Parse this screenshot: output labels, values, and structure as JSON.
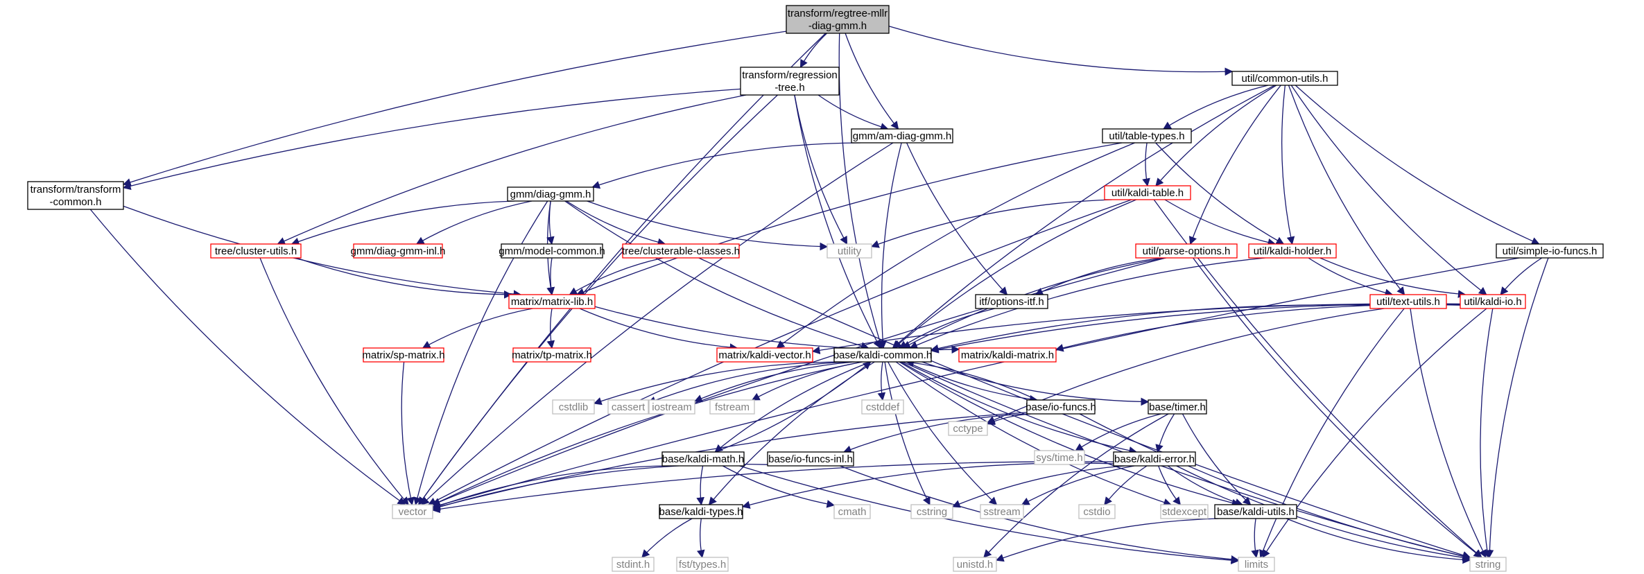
{
  "graph": {
    "root": "transform/regtree-mllr-diag-gmm.h",
    "colors": {
      "edge": "#191970",
      "root_fill": "#bfbfbf",
      "documented_border": "#000000",
      "truncated_border": "#ff0000",
      "external_border": "#bfbfbf",
      "external_text": "#808080"
    },
    "nodes": [
      {
        "id": "root",
        "lines": [
          "transform/regtree-mllr",
          "-diag-gmm.h"
        ],
        "kind": "root"
      },
      {
        "id": "regression_tree",
        "lines": [
          "transform/regression",
          "-tree.h"
        ],
        "kind": "black"
      },
      {
        "id": "common_utils",
        "lines": [
          "util/common-utils.h"
        ],
        "kind": "black"
      },
      {
        "id": "transform_common",
        "lines": [
          "transform/transform",
          "-common.h"
        ],
        "kind": "black"
      },
      {
        "id": "am_diag_gmm",
        "lines": [
          "gmm/am-diag-gmm.h"
        ],
        "kind": "black"
      },
      {
        "id": "table_types",
        "lines": [
          "util/table-types.h"
        ],
        "kind": "black"
      },
      {
        "id": "diag_gmm",
        "lines": [
          "gmm/diag-gmm.h"
        ],
        "kind": "black"
      },
      {
        "id": "kaldi_table",
        "lines": [
          "util/kaldi-table.h"
        ],
        "kind": "red"
      },
      {
        "id": "utility",
        "lines": [
          "utility"
        ],
        "kind": "grey"
      },
      {
        "id": "cluster_utils",
        "lines": [
          "tree/cluster-utils.h"
        ],
        "kind": "red"
      },
      {
        "id": "diag_gmm_inl",
        "lines": [
          "gmm/diag-gmm-inl.h"
        ],
        "kind": "red"
      },
      {
        "id": "model_common",
        "lines": [
          "gmm/model-common.h"
        ],
        "kind": "black"
      },
      {
        "id": "clusterable_classes",
        "lines": [
          "tree/clusterable-classes.h"
        ],
        "kind": "red"
      },
      {
        "id": "parse_options",
        "lines": [
          "util/parse-options.h"
        ],
        "kind": "red"
      },
      {
        "id": "kaldi_holder",
        "lines": [
          "util/kaldi-holder.h"
        ],
        "kind": "red"
      },
      {
        "id": "simple_io_funcs",
        "lines": [
          "util/simple-io-funcs.h"
        ],
        "kind": "black"
      },
      {
        "id": "matrix_lib",
        "lines": [
          "matrix/matrix-lib.h"
        ],
        "kind": "red"
      },
      {
        "id": "options_itf",
        "lines": [
          "itf/options-itf.h"
        ],
        "kind": "black"
      },
      {
        "id": "text_utils",
        "lines": [
          "util/text-utils.h"
        ],
        "kind": "red"
      },
      {
        "id": "kaldi_io",
        "lines": [
          "util/kaldi-io.h"
        ],
        "kind": "red"
      },
      {
        "id": "sp_matrix",
        "lines": [
          "matrix/sp-matrix.h"
        ],
        "kind": "red"
      },
      {
        "id": "tp_matrix",
        "lines": [
          "matrix/tp-matrix.h"
        ],
        "kind": "red"
      },
      {
        "id": "kaldi_vector",
        "lines": [
          "matrix/kaldi-vector.h"
        ],
        "kind": "red"
      },
      {
        "id": "kaldi_common",
        "lines": [
          "base/kaldi-common.h"
        ],
        "kind": "black"
      },
      {
        "id": "kaldi_matrix",
        "lines": [
          "matrix/kaldi-matrix.h"
        ],
        "kind": "red"
      },
      {
        "id": "cstdlib",
        "lines": [
          "cstdlib"
        ],
        "kind": "grey"
      },
      {
        "id": "cassert",
        "lines": [
          "cassert"
        ],
        "kind": "grey"
      },
      {
        "id": "iostream",
        "lines": [
          "iostream"
        ],
        "kind": "grey"
      },
      {
        "id": "fstream",
        "lines": [
          "fstream"
        ],
        "kind": "grey"
      },
      {
        "id": "cstddef",
        "lines": [
          "cstddef"
        ],
        "kind": "grey"
      },
      {
        "id": "io_funcs",
        "lines": [
          "base/io-funcs.h"
        ],
        "kind": "black"
      },
      {
        "id": "timer",
        "lines": [
          "base/timer.h"
        ],
        "kind": "black"
      },
      {
        "id": "cctype",
        "lines": [
          "cctype"
        ],
        "kind": "grey"
      },
      {
        "id": "sys_time",
        "lines": [
          "sys/time.h"
        ],
        "kind": "grey"
      },
      {
        "id": "kaldi_math",
        "lines": [
          "base/kaldi-math.h"
        ],
        "kind": "black"
      },
      {
        "id": "io_funcs_inl",
        "lines": [
          "base/io-funcs-inl.h"
        ],
        "kind": "black"
      },
      {
        "id": "kaldi_error",
        "lines": [
          "base/kaldi-error.h"
        ],
        "kind": "black"
      },
      {
        "id": "vector",
        "lines": [
          "vector"
        ],
        "kind": "grey"
      },
      {
        "id": "kaldi_types",
        "lines": [
          "base/kaldi-types.h"
        ],
        "kind": "black"
      },
      {
        "id": "cmath",
        "lines": [
          "cmath"
        ],
        "kind": "grey"
      },
      {
        "id": "cstring",
        "lines": [
          "cstring"
        ],
        "kind": "grey"
      },
      {
        "id": "sstream",
        "lines": [
          "sstream"
        ],
        "kind": "grey"
      },
      {
        "id": "cstdio",
        "lines": [
          "cstdio"
        ],
        "kind": "grey"
      },
      {
        "id": "stdexcept",
        "lines": [
          "stdexcept"
        ],
        "kind": "grey"
      },
      {
        "id": "kaldi_utils",
        "lines": [
          "base/kaldi-utils.h"
        ],
        "kind": "black"
      },
      {
        "id": "stdint",
        "lines": [
          "stdint.h"
        ],
        "kind": "grey"
      },
      {
        "id": "fst_types",
        "lines": [
          "fst/types.h"
        ],
        "kind": "grey"
      },
      {
        "id": "unistd",
        "lines": [
          "unistd.h"
        ],
        "kind": "grey"
      },
      {
        "id": "limits",
        "lines": [
          "limits"
        ],
        "kind": "grey"
      },
      {
        "id": "string",
        "lines": [
          "string"
        ],
        "kind": "grey"
      }
    ],
    "edges": [
      [
        "root",
        "regression_tree"
      ],
      [
        "root",
        "am_diag_gmm"
      ],
      [
        "root",
        "common_utils"
      ],
      [
        "root",
        "transform_common"
      ],
      [
        "root",
        "kaldi_common"
      ],
      [
        "root",
        "vector"
      ],
      [
        "regression_tree",
        "transform_common"
      ],
      [
        "regression_tree",
        "am_diag_gmm"
      ],
      [
        "regression_tree",
        "cluster_utils"
      ],
      [
        "regression_tree",
        "utility"
      ],
      [
        "regression_tree",
        "kaldi_common"
      ],
      [
        "regression_tree",
        "vector"
      ],
      [
        "transform_common",
        "matrix_lib"
      ],
      [
        "transform_common",
        "vector"
      ],
      [
        "am_diag_gmm",
        "diag_gmm"
      ],
      [
        "am_diag_gmm",
        "options_itf"
      ],
      [
        "am_diag_gmm",
        "kaldi_common"
      ],
      [
        "am_diag_gmm",
        "vector"
      ],
      [
        "common_utils",
        "table_types"
      ],
      [
        "common_utils",
        "kaldi_table"
      ],
      [
        "common_utils",
        "parse_options"
      ],
      [
        "common_utils",
        "kaldi_holder"
      ],
      [
        "common_utils",
        "text_utils"
      ],
      [
        "common_utils",
        "kaldi_io"
      ],
      [
        "common_utils",
        "simple_io_funcs"
      ],
      [
        "common_utils",
        "kaldi_common"
      ],
      [
        "table_types",
        "kaldi_table"
      ],
      [
        "table_types",
        "kaldi_holder"
      ],
      [
        "table_types",
        "matrix_lib"
      ],
      [
        "table_types",
        "kaldi_vector"
      ],
      [
        "diag_gmm",
        "cluster_utils"
      ],
      [
        "diag_gmm",
        "diag_gmm_inl"
      ],
      [
        "diag_gmm",
        "model_common"
      ],
      [
        "diag_gmm",
        "clusterable_classes"
      ],
      [
        "diag_gmm",
        "matrix_lib"
      ],
      [
        "diag_gmm",
        "utility"
      ],
      [
        "diag_gmm",
        "kaldi_common"
      ],
      [
        "diag_gmm",
        "vector"
      ],
      [
        "kaldi_table",
        "kaldi_holder"
      ],
      [
        "kaldi_table",
        "utility"
      ],
      [
        "kaldi_table",
        "kaldi_common"
      ],
      [
        "kaldi_table",
        "vector"
      ],
      [
        "kaldi_table",
        "string"
      ],
      [
        "cluster_utils",
        "matrix_lib"
      ],
      [
        "cluster_utils",
        "vector"
      ],
      [
        "model_common",
        "matrix_lib"
      ],
      [
        "clusterable_classes",
        "matrix_lib"
      ],
      [
        "clusterable_classes",
        "string"
      ],
      [
        "parse_options",
        "options_itf"
      ],
      [
        "parse_options",
        "kaldi_common"
      ],
      [
        "parse_options",
        "string"
      ],
      [
        "parse_options",
        "vector"
      ],
      [
        "kaldi_holder",
        "text_utils"
      ],
      [
        "kaldi_holder",
        "kaldi_io"
      ],
      [
        "kaldi_holder",
        "kaldi_common"
      ],
      [
        "simple_io_funcs",
        "kaldi_io"
      ],
      [
        "simple_io_funcs",
        "string"
      ],
      [
        "simple_io_funcs",
        "vector"
      ],
      [
        "matrix_lib",
        "sp_matrix"
      ],
      [
        "matrix_lib",
        "tp_matrix"
      ],
      [
        "matrix_lib",
        "kaldi_vector"
      ],
      [
        "matrix_lib",
        "kaldi_matrix"
      ],
      [
        "options_itf",
        "kaldi_common"
      ],
      [
        "text_utils",
        "kaldi_common"
      ],
      [
        "text_utils",
        "limits"
      ],
      [
        "text_utils",
        "string"
      ],
      [
        "text_utils",
        "cctype"
      ],
      [
        "kaldi_io",
        "kaldi_common"
      ],
      [
        "kaldi_io",
        "kaldi_matrix"
      ],
      [
        "kaldi_io",
        "kaldi_vector"
      ],
      [
        "kaldi_io",
        "limits"
      ],
      [
        "kaldi_io",
        "string"
      ],
      [
        "sp_matrix",
        "vector"
      ],
      [
        "kaldi_common",
        "cstdlib"
      ],
      [
        "kaldi_common",
        "cassert"
      ],
      [
        "kaldi_common",
        "iostream"
      ],
      [
        "kaldi_common",
        "fstream"
      ],
      [
        "kaldi_common",
        "cstddef"
      ],
      [
        "kaldi_common",
        "io_funcs"
      ],
      [
        "kaldi_common",
        "timer"
      ],
      [
        "kaldi_common",
        "kaldi_math"
      ],
      [
        "kaldi_common",
        "kaldi_error"
      ],
      [
        "kaldi_common",
        "kaldi_types"
      ],
      [
        "kaldi_common",
        "kaldi_utils"
      ],
      [
        "kaldi_common",
        "vector"
      ],
      [
        "kaldi_common",
        "cstring"
      ],
      [
        "kaldi_common",
        "sstream"
      ],
      [
        "kaldi_common",
        "stdexcept"
      ],
      [
        "kaldi_common",
        "string"
      ],
      [
        "io_funcs",
        "kaldi_common"
      ],
      [
        "io_funcs",
        "io_funcs_inl"
      ],
      [
        "io_funcs",
        "cctype"
      ],
      [
        "io_funcs",
        "vector"
      ],
      [
        "io_funcs",
        "string"
      ],
      [
        "timer",
        "sys_time"
      ],
      [
        "timer",
        "kaldi_error"
      ],
      [
        "timer",
        "kaldi_utils"
      ],
      [
        "timer",
        "unistd"
      ],
      [
        "kaldi_math",
        "kaldi_common"
      ],
      [
        "kaldi_math",
        "kaldi_types"
      ],
      [
        "kaldi_math",
        "cmath"
      ],
      [
        "kaldi_math",
        "limits"
      ],
      [
        "kaldi_math",
        "vector"
      ],
      [
        "io_funcs_inl",
        "vector"
      ],
      [
        "io_funcs_inl",
        "limits"
      ],
      [
        "kaldi_error",
        "kaldi_types"
      ],
      [
        "kaldi_error",
        "kaldi_utils"
      ],
      [
        "kaldi_error",
        "cstring"
      ],
      [
        "kaldi_error",
        "sstream"
      ],
      [
        "kaldi_error",
        "cstdio"
      ],
      [
        "kaldi_error",
        "stdexcept"
      ],
      [
        "kaldi_error",
        "string"
      ],
      [
        "kaldi_error",
        "vector"
      ],
      [
        "kaldi_types",
        "stdint"
      ],
      [
        "kaldi_types",
        "fst_types"
      ],
      [
        "kaldi_utils",
        "unistd"
      ],
      [
        "kaldi_utils",
        "limits"
      ],
      [
        "kaldi_utils",
        "string"
      ]
    ]
  }
}
